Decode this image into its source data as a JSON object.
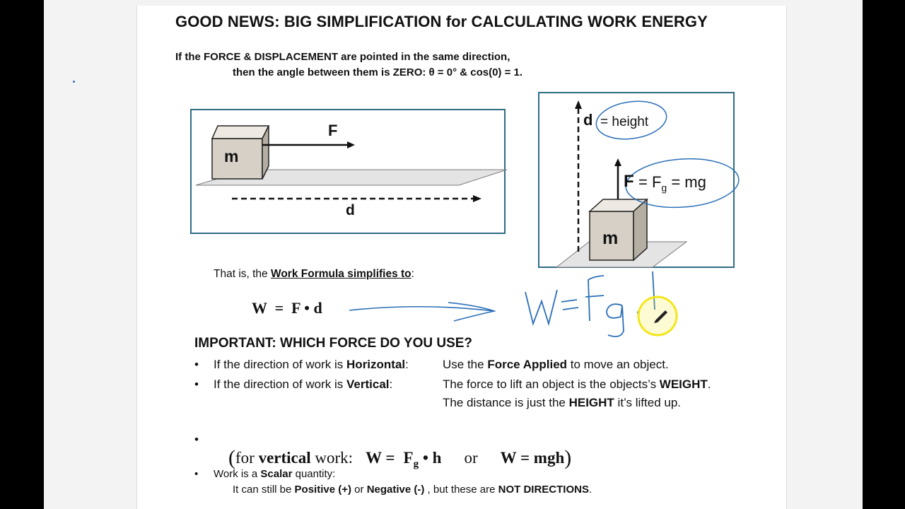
{
  "title": "GOOD NEWS:  BIG SIMPLIFICATION for CALCULATING WORK ENERGY",
  "intro": {
    "line1": "If the FORCE & DISPLACEMENT are pointed in the same direction,",
    "line2": "then the angle between them is ZERO:    θ = 0°   &   cos(0) = 1."
  },
  "diagram_horizontal": {
    "mass": "m",
    "force": "F",
    "displacement": "d"
  },
  "diagram_vertical": {
    "displacement": "d",
    "displacement_note": "= height",
    "force": "F",
    "force_note_prefix": "= F",
    "force_note_sub": "g",
    "force_note_suffix": " = mg",
    "mass": "m"
  },
  "work_formula": {
    "intro_prefix": "That is, the ",
    "intro_link": "Work Formula simplifies to",
    "intro_suffix": ":",
    "formula": "W  =  F • d"
  },
  "handwritten": "W = Fg · h",
  "important": {
    "heading": "IMPORTANT:  WHICH FORCE DO YOU USE?",
    "rows": [
      {
        "prefix": "If the direction of work is ",
        "bold": "Horizontal",
        "suffix": ":",
        "desc_prefix": "Use the ",
        "desc_bold": "Force Applied",
        "desc_suffix": " to move an object."
      },
      {
        "prefix": "If the direction of work is ",
        "bold": "Vertical",
        "suffix": ":",
        "desc_prefix": "The force to lift an object is the objects’s ",
        "desc_bold": "WEIGHT",
        "desc_suffix": ".",
        "desc2_prefix": "The distance is just the ",
        "desc2_bold": "HEIGHT",
        "desc2_suffix": " it’s lifted up."
      }
    ]
  },
  "vertical_work": {
    "open": "(",
    "for": "for ",
    "vertical": "vertical",
    "work": " work:",
    "f1_w": "W =",
    "f1_f": "F",
    "f1_sub": "g",
    "f1_rest": " • h",
    "or": "or",
    "f2": "W = mgh",
    "close": ")"
  },
  "scalar": {
    "line1_prefix": "Work is a ",
    "line1_bold": "Scalar",
    "line1_suffix": " quantity:",
    "line2_prefix": "It can still be ",
    "line2_bold1": "Positive (+)",
    "line2_mid": " or ",
    "line2_bold2": "Negative (-)",
    "line2_mid2": " , but these are ",
    "line2_bold3": "NOT DIRECTIONS",
    "line2_suffix": "."
  },
  "bullet_symbol": "•",
  "colors": {
    "box_border": "#2e6d86",
    "ink": "#2b6fb8",
    "cube_face": "#d6d0c6",
    "cube_top": "#eeeae3",
    "cube_side": "#b5aea2",
    "highlight": "#f2e61a"
  }
}
